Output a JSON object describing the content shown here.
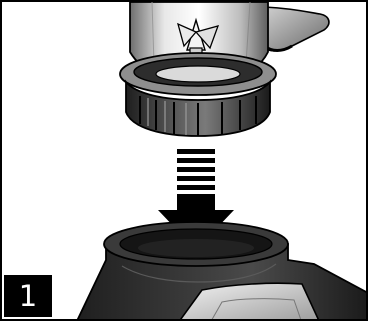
{
  "figure": {
    "step_number": "1",
    "palette": {
      "outline": "#000000",
      "badge_background": "#000000",
      "badge_text": "#ffffff",
      "metal_dark": "#7d7d7d",
      "metal_light": "#e6e6e6",
      "collar": "#3a3a3a",
      "base": "#2b2b2b"
    },
    "parts": [
      "blender-jar",
      "jar-handle",
      "blade-assembly",
      "locking-collar",
      "downward-arrow",
      "motor-base",
      "control-panel"
    ]
  }
}
